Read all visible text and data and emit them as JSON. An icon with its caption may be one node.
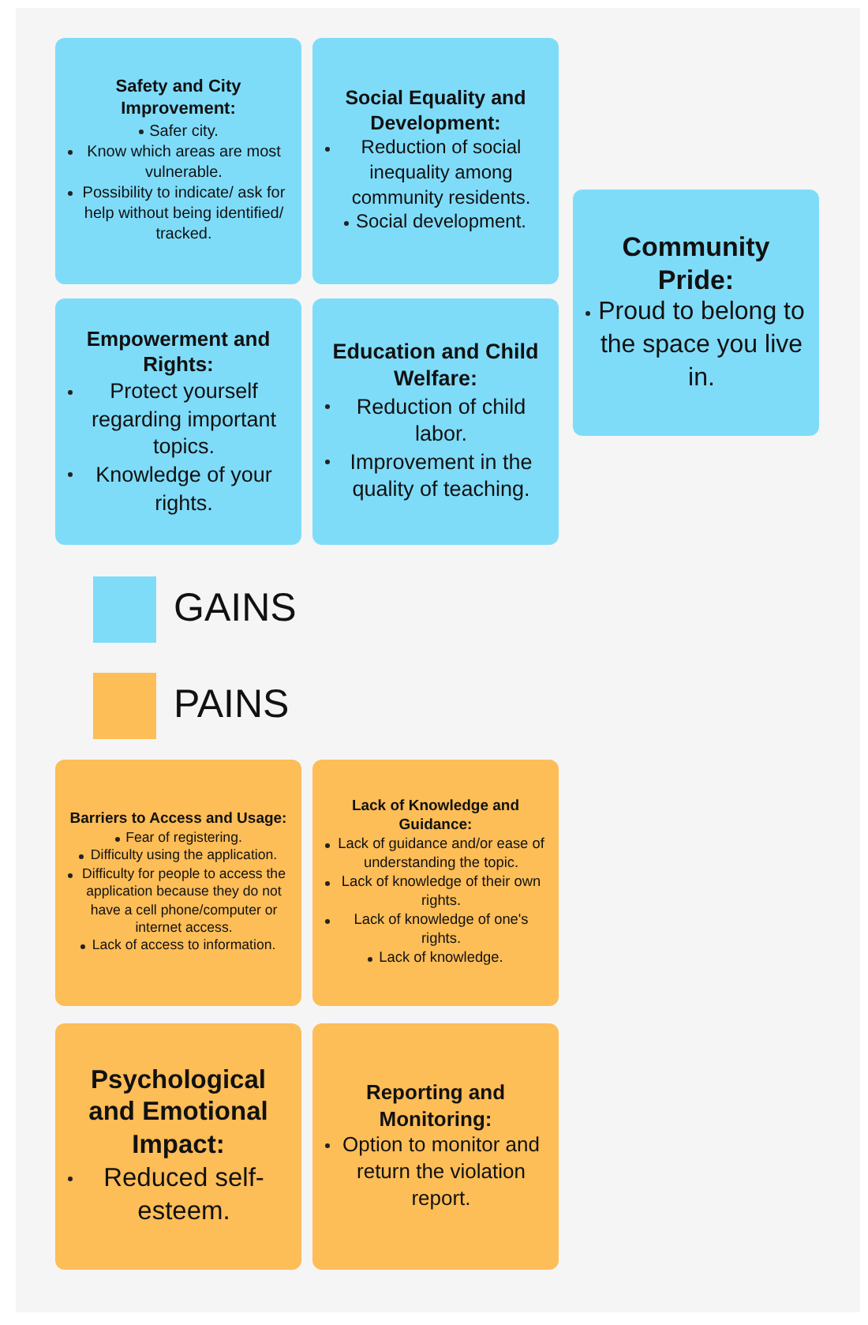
{
  "diagram": {
    "nodes": [
      {
        "text": [
          "Safety and City Improvement:",
          "Safer city.",
          "Know which areas are most vulnerable.",
          "Possibility to indicate/ ask for help without being identified/ tracked."
        ]
      },
      {
        "text": [
          "Social Equality and Development:",
          "Reduction of social inequality among community residents.",
          "Social development."
        ]
      },
      {
        "text": [
          "Community Pride:",
          "Proud to belong to the space you live in."
        ]
      },
      {
        "text": [
          "Empowerment and Rights:",
          "Protect yourself regarding important topics.",
          "Knowledge of your rights."
        ]
      },
      {
        "text": [
          "Education and Child Welfare:",
          "Reduction of child labor.",
          "Improvement in the quality of teaching."
        ]
      },
      {
        "text": [
          "Barriers to Access and Usage:",
          "Fear of registering.",
          "Difficulty using the application.",
          "Difficulty for people to access the application because they do not have a cell phone/computer or internet access.",
          "Lack of access to information."
        ]
      },
      {
        "text": [
          "Lack of Knowledge and Guidance:",
          "Lack of guidance and/or ease of understanding the topic.",
          "Lack of knowledge of their own rights.",
          "Lack of knowledge of one's rights.",
          "Lack of knowledge."
        ]
      },
      {
        "text": [
          "Psychological and Emotional Impact:",
          "Reduced self-esteem."
        ]
      },
      {
        "text": [
          "Reporting and Monitoring:",
          "Option to monitor and return the violation report."
        ]
      }
    ],
    "edges": [],
    "legend": [
      {
        "text": "GAINS",
        "color": "#7fdcf9"
      },
      {
        "text": "PAINS",
        "color": "#fdbd57"
      }
    ]
  }
}
